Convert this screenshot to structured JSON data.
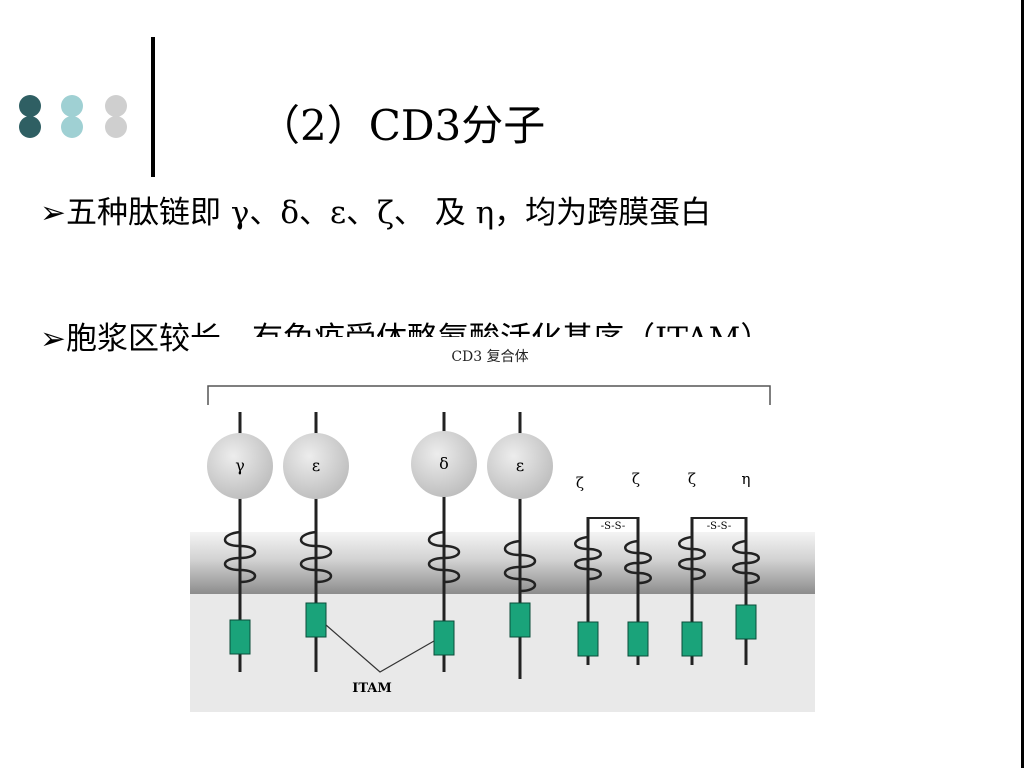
{
  "slide": {
    "title": "（2）CD3分子",
    "bullet_marker": "➢",
    "bullets": [
      "五种肽链即 γ、δ、ε、ζ、 及 η，均为跨膜蛋白",
      "胞浆区较长，有免疫受体酪氨酸活化基序（ITAM）"
    ]
  },
  "figure": {
    "complex_label": "CD3 复合体",
    "chains": [
      "γ",
      "ε",
      "δ",
      "ε",
      "ζ",
      "ζ",
      "ζ",
      "η"
    ],
    "disulfide_label": "-S-S-",
    "itam_label": "ITAM"
  },
  "colors": {
    "dot_dark": "#2f5f63",
    "dot_light": "#9fd0d3",
    "dot_gray": "#cfcfcf",
    "itam_box": "#1aa37a",
    "membrane": "#a8a8a8",
    "cytoplasm": "#e9e9e9"
  }
}
